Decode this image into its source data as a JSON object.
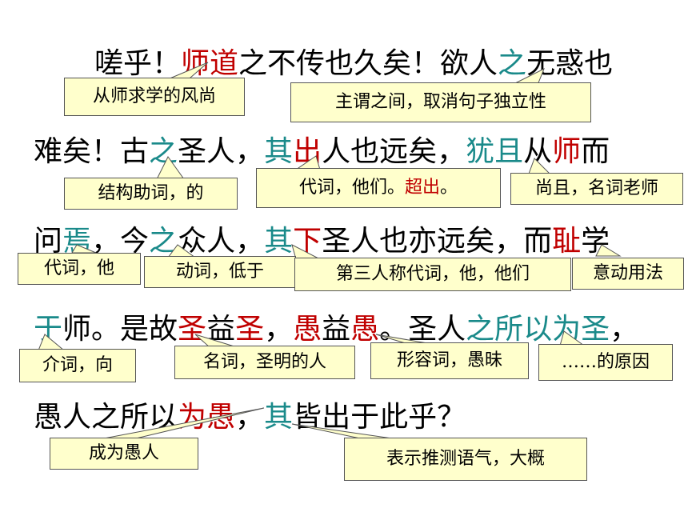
{
  "lines": [
    [
      {
        "t": "嗟乎！",
        "c": "black"
      },
      {
        "t": "师道",
        "c": "red"
      },
      {
        "t": "之不传也久矣！欲人",
        "c": "black"
      },
      {
        "t": "之",
        "c": "teal"
      },
      {
        "t": "无惑也",
        "c": "black"
      }
    ],
    [
      {
        "t": "难矣！古",
        "c": "black"
      },
      {
        "t": "之",
        "c": "teal"
      },
      {
        "t": "圣人，",
        "c": "black"
      },
      {
        "t": "其",
        "c": "teal"
      },
      {
        "t": "出",
        "c": "red"
      },
      {
        "t": "人也远矣，",
        "c": "black"
      },
      {
        "t": "犹且",
        "c": "teal"
      },
      {
        "t": "从",
        "c": "black"
      },
      {
        "t": "师",
        "c": "red"
      },
      {
        "t": "而",
        "c": "black"
      }
    ],
    [
      {
        "t": "问",
        "c": "black"
      },
      {
        "t": "焉",
        "c": "teal"
      },
      {
        "t": "，今",
        "c": "black"
      },
      {
        "t": "之",
        "c": "teal"
      },
      {
        "t": "众人，",
        "c": "black"
      },
      {
        "t": "其",
        "c": "teal"
      },
      {
        "t": "下",
        "c": "red"
      },
      {
        "t": "圣人也亦远矣，而",
        "c": "black"
      },
      {
        "t": "耻",
        "c": "red"
      },
      {
        "t": "学",
        "c": "black"
      }
    ],
    [
      {
        "t": "于",
        "c": "teal"
      },
      {
        "t": "师。是故",
        "c": "black"
      },
      {
        "t": "圣",
        "c": "red"
      },
      {
        "t": "益",
        "c": "black"
      },
      {
        "t": "圣",
        "c": "red"
      },
      {
        "t": "，",
        "c": "black"
      },
      {
        "t": "愚",
        "c": "red"
      },
      {
        "t": "益",
        "c": "black"
      },
      {
        "t": "愚",
        "c": "red"
      },
      {
        "t": "。圣人",
        "c": "black"
      },
      {
        "t": "之所以为圣",
        "c": "teal"
      },
      {
        "t": "，",
        "c": "black"
      }
    ],
    [
      {
        "t": "愚人之所以",
        "c": "black"
      },
      {
        "t": "为愚",
        "c": "red"
      },
      {
        "t": "，",
        "c": "black"
      },
      {
        "t": "其",
        "c": "teal"
      },
      {
        "t": "皆出于此乎？",
        "c": "black"
      }
    ]
  ],
  "callouts": [
    {
      "id": "c1",
      "parts": [
        {
          "t": "从师求学的风尚",
          "c": "black"
        }
      ]
    },
    {
      "id": "c2",
      "parts": [
        {
          "t": "主谓之间，取消句子独立性",
          "c": "black"
        }
      ]
    },
    {
      "id": "c3",
      "parts": [
        {
          "t": "结构助词，的",
          "c": "black"
        }
      ]
    },
    {
      "id": "c4",
      "parts": [
        {
          "t": "代词，他们。",
          "c": "black"
        },
        {
          "t": "超出",
          "c": "red"
        },
        {
          "t": "。",
          "c": "black"
        }
      ]
    },
    {
      "id": "c5",
      "parts": [
        {
          "t": "尚且，名词老师",
          "c": "black"
        }
      ]
    },
    {
      "id": "c6",
      "parts": [
        {
          "t": "代词，他",
          "c": "black"
        }
      ]
    },
    {
      "id": "c7",
      "parts": [
        {
          "t": "动词，低于",
          "c": "black"
        }
      ]
    },
    {
      "id": "c8",
      "parts": [
        {
          "t": "第三人称代词，他，他们",
          "c": "black"
        }
      ]
    },
    {
      "id": "c9",
      "parts": [
        {
          "t": "意动用法",
          "c": "black"
        }
      ]
    },
    {
      "id": "c10",
      "parts": [
        {
          "t": "介词，向",
          "c": "black"
        }
      ]
    },
    {
      "id": "c11",
      "parts": [
        {
          "t": "名词，圣明的人",
          "c": "black"
        }
      ]
    },
    {
      "id": "c12",
      "parts": [
        {
          "t": "形容词，愚昧",
          "c": "black"
        }
      ]
    },
    {
      "id": "c13",
      "parts": [
        {
          "t": "……的原因",
          "c": "black"
        }
      ]
    },
    {
      "id": "c14",
      "parts": [
        {
          "t": "成为愚人",
          "c": "black"
        }
      ]
    },
    {
      "id": "c15",
      "parts": [
        {
          "t": "表示推测语气，大概",
          "c": "black"
        }
      ]
    }
  ]
}
